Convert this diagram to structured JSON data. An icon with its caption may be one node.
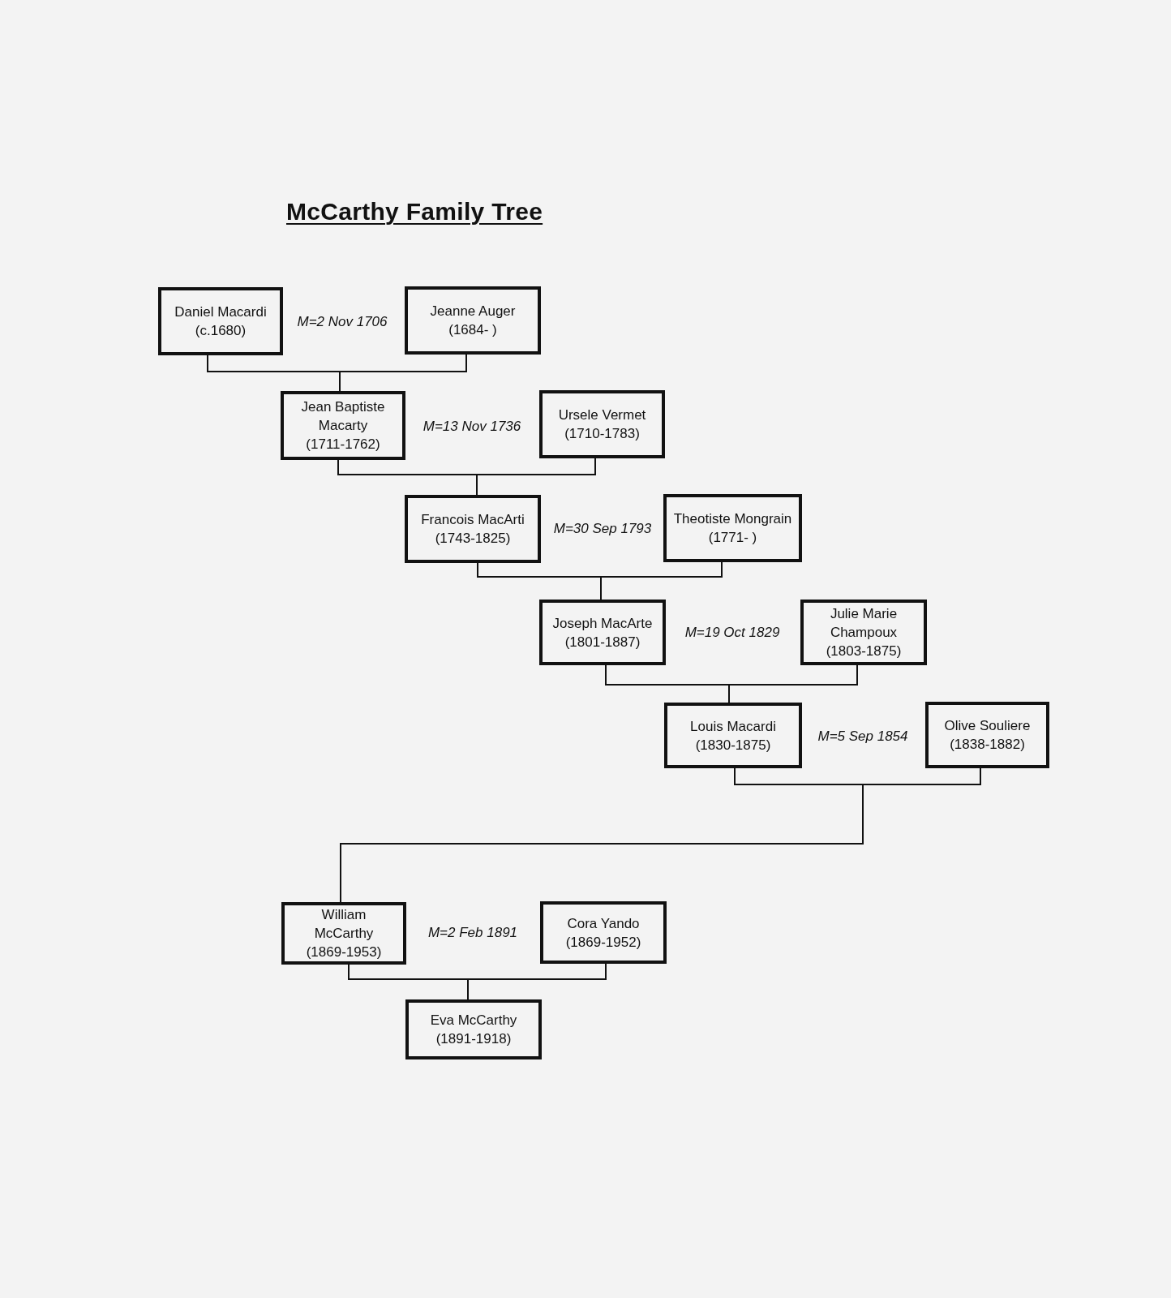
{
  "diagram": {
    "title": "McCarthy Family Tree",
    "nodes": [
      {
        "text": [
          "Daniel Macardi",
          "(c.1680)"
        ]
      },
      {
        "text": [
          "Jeanne Auger",
          "(1684- )"
        ]
      },
      {
        "text": [
          "Jean Baptiste Macarty",
          "(1711-1762)"
        ]
      },
      {
        "text": [
          "Ursele Vermet",
          "(1710-1783)"
        ]
      },
      {
        "text": [
          "Francois MacArti",
          "(1743-1825)"
        ]
      },
      {
        "text": [
          "Theotiste Mongrain",
          "(1771- )"
        ]
      },
      {
        "text": [
          "Joseph MacArte",
          "(1801-1887)"
        ]
      },
      {
        "text": [
          "Julie Marie Champoux",
          "(1803-1875)"
        ]
      },
      {
        "text": [
          "Louis Macardi",
          "(1830-1875)"
        ]
      },
      {
        "text": [
          "Olive Souliere",
          "(1838-1882)"
        ]
      },
      {
        "text": [
          "William McCarthy",
          "(1869-1953)"
        ]
      },
      {
        "text": [
          "Cora Yando",
          "(1869-1952)"
        ]
      },
      {
        "text": [
          "Eva McCarthy",
          "(1891-1918)"
        ]
      }
    ],
    "edges": [
      {
        "from": 0,
        "to": 2,
        "arrow": "none"
      },
      {
        "from": 1,
        "to": 2,
        "arrow": "none"
      },
      {
        "from": 2,
        "to": 4,
        "arrow": "none"
      },
      {
        "from": 3,
        "to": 4,
        "arrow": "none"
      },
      {
        "from": 4,
        "to": 6,
        "arrow": "none"
      },
      {
        "from": 5,
        "to": 6,
        "arrow": "none"
      },
      {
        "from": 6,
        "to": 8,
        "arrow": "none"
      },
      {
        "from": 7,
        "to": 8,
        "arrow": "none"
      },
      {
        "from": 8,
        "to": 10,
        "arrow": "none"
      },
      {
        "from": 9,
        "to": 10,
        "arrow": "none"
      },
      {
        "from": 10,
        "to": 12,
        "arrow": "none"
      },
      {
        "from": 11,
        "to": 12,
        "arrow": "none"
      }
    ],
    "labels": [
      "M=2 Nov 1706",
      "M=13 Nov 1736",
      "M=30 Sep 1793",
      "M=19 Oct 1829",
      "M=5 Sep 1854",
      "M=2 Feb 1891"
    ]
  }
}
